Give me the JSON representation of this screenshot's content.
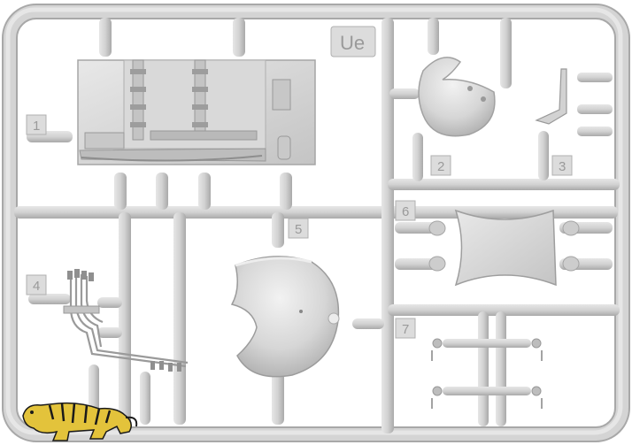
{
  "image": {
    "subject": "plastic model kit sprue",
    "sprue_code": "Ue",
    "part_numbers": [
      "1",
      "2",
      "3",
      "4",
      "5",
      "6",
      "7"
    ],
    "logo": "tiger"
  },
  "colors": {
    "background": "#ffffff",
    "plastic": "#cfcfcf",
    "plastic_light": "#e2e2e2",
    "plastic_shadow": "#a9a9a9",
    "label_text": "#9a9a9a",
    "logo_body": "#e3c33b",
    "logo_stripes": "#1a1a1a"
  }
}
